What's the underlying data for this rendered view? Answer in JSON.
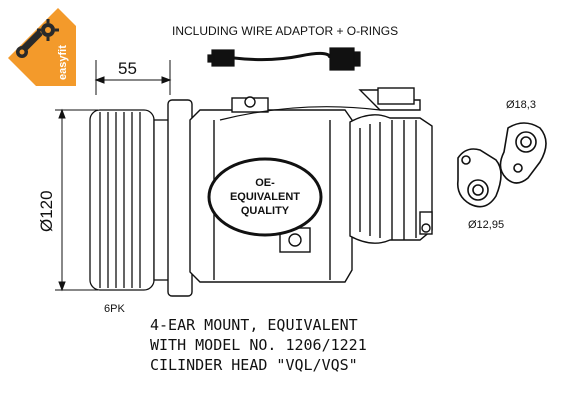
{
  "badge": {
    "text": "easyfit",
    "color": "#f39a2b"
  },
  "adaptor_note": "INCLUDING WIRE ADAPTOR + O-RINGS",
  "dimensions": {
    "width": "55",
    "diameter": "Ø120"
  },
  "pulley_label": "6PK",
  "oe_label": {
    "line1": "OE-",
    "line2": "EQUIVALENT",
    "line3": "QUALITY"
  },
  "port_sizes": {
    "large": "Ø18,3",
    "small": "Ø12,95"
  },
  "notes": {
    "line1": "4-EAR MOUNT, EQUIVALENT",
    "line2": "WITH MODEL NO. 1206/1221",
    "line3": "CILINDER HEAD \"VQL/VQS\""
  },
  "icons": [
    "wrench-icon",
    "gear-icon"
  ]
}
